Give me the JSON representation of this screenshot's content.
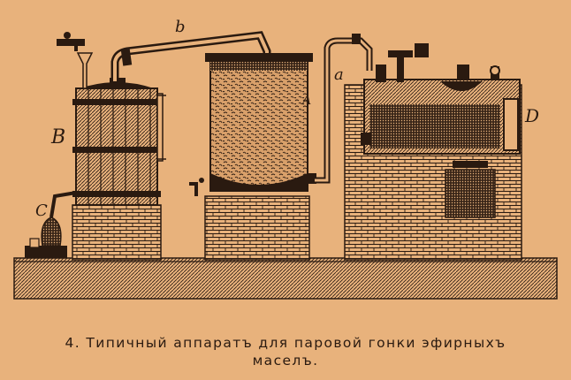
{
  "illustration": {
    "description_icon": "steam-distillation-apparatus-engraving",
    "colors": {
      "paper": "#e8b27c",
      "ink": "#2a1a10"
    },
    "labels": {
      "b": "b",
      "B": "B",
      "A": "A",
      "a": "a",
      "D": "D",
      "C": "C"
    }
  },
  "caption": {
    "line1": "4. Типичный аппаратъ для паровой гонки эфирныхъ",
    "line2": "маселъ."
  }
}
